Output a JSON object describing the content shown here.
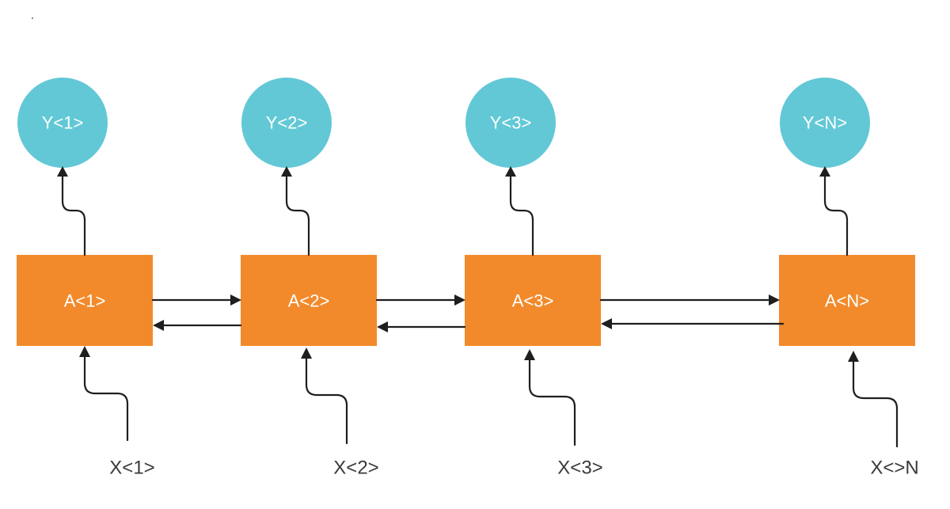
{
  "colors": {
    "cell": "#f28a2b",
    "output": "#62c8d6",
    "arrow": "#1f1f1f",
    "input_text": "#3a3a3a",
    "node_text": "#ffffff"
  },
  "cells": [
    {
      "label": "A<1>"
    },
    {
      "label": "A<2>"
    },
    {
      "label": "A<3>"
    },
    {
      "label": "A<N>"
    }
  ],
  "outputs": [
    {
      "label": "Y<1>"
    },
    {
      "label": "Y<2>"
    },
    {
      "label": "Y<3>"
    },
    {
      "label": "Y<N>"
    }
  ],
  "inputs": [
    {
      "label": "X<1>"
    },
    {
      "label": "X<2>"
    },
    {
      "label": "X<3>"
    },
    {
      "label": "X<>N"
    }
  ]
}
